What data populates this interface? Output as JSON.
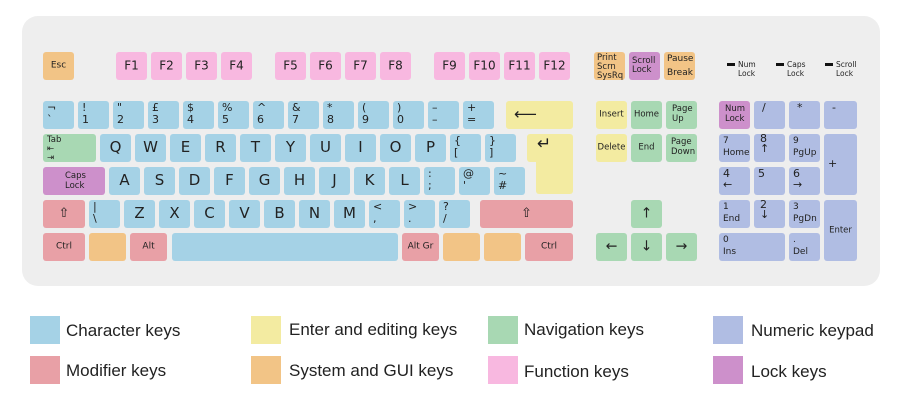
{
  "colors": {
    "character": "#a5d2e6",
    "modifier": "#e8a0a6",
    "system_gui": "#f2c486",
    "function": "#f8b8e0",
    "enter_editing": "#f3eba1",
    "navigation": "#a8d8b3",
    "numeric": "#b0bde3",
    "lock": "#cd90cb",
    "board": "#eeeeee"
  },
  "keys": {
    "esc": "Esc",
    "f1": "F1",
    "f2": "F2",
    "f3": "F3",
    "f4": "F4",
    "f5": "F5",
    "f6": "F6",
    "f7": "F7",
    "f8": "F8",
    "f9": "F9",
    "f10": "F10",
    "f11": "F11",
    "f12": "F12",
    "print": "Print\nScrn\nSysRq",
    "scroll": "Scroll\nLock",
    "pause": "Pause\nBreak",
    "backtick": "¬\n`",
    "d1": "!\n1",
    "d2": "\"\n2",
    "d3": "£\n3",
    "d4": "$\n4",
    "d5": "%\n5",
    "d6": "^\n6",
    "d7": "&\n7",
    "d8": "*\n8",
    "d9": "(\n9",
    "d0": ")\n0",
    "minus": "–\n–",
    "equals": "+\n=",
    "backspace": "⟵",
    "tab": "Tab\n⇤\n⇥",
    "q": "Q",
    "w": "W",
    "e": "E",
    "r": "R",
    "t": "T",
    "y": "Y",
    "u": "U",
    "i": "I",
    "o": "O",
    "p": "P",
    "lbracket": "{\n[",
    "rbracket": "}\n]",
    "enter": "↵",
    "caps": "Caps\nLock",
    "a": "A",
    "s": "S",
    "d": "D",
    "f": "F",
    "g": "G",
    "h": "H",
    "j": "J",
    "k": "K",
    "l": "L",
    "semicolon": ":\n;",
    "quote": "@\n'",
    "hash": "~\n#",
    "lshift": "⇧",
    "backslash": "|\n\\",
    "z": "Z",
    "x": "X",
    "c": "C",
    "v": "V",
    "b": "B",
    "n": "N",
    "m": "M",
    "comma": "<\n,",
    "period": ">\n.",
    "slash": "?\n/",
    "rshift": "⇧",
    "lctrl": "Ctrl",
    "alt": "Alt",
    "altgr": "Alt Gr",
    "rctrl": "Ctrl",
    "insert": "Insert",
    "home": "Home",
    "pageup": "Page\nUp",
    "delete": "Delete",
    "end": "End",
    "pagedown": "Page\nDown",
    "up": "↑",
    "left": "←",
    "down": "↓",
    "right": "→",
    "numlock": "Num\nLock",
    "npdiv": "/",
    "npmul": "*",
    "npminus": "-",
    "np7": "7\nHome",
    "np8": "8\n↑",
    "np9": "9\nPgUp",
    "npplus": "+",
    "np4": "4\n←",
    "np5": "5",
    "np6": "6\n→",
    "np1": "1\nEnd",
    "np2": "2\n↓",
    "np3": "3\nPgDn",
    "npenter": "Enter",
    "np0": "0\nIns",
    "npdot": ".\nDel"
  },
  "indicators": {
    "num": "Num\nLock",
    "caps": "Caps\nLock",
    "scroll": "Scroll\nLock"
  },
  "legend": {
    "character": "Character keys",
    "enter_editing": "Enter and editing keys",
    "navigation": "Navigation keys",
    "numeric": "Numeric keypad",
    "modifier": "Modifier keys",
    "system_gui": "System and GUI keys",
    "function": "Function keys",
    "lock": "Lock keys"
  }
}
